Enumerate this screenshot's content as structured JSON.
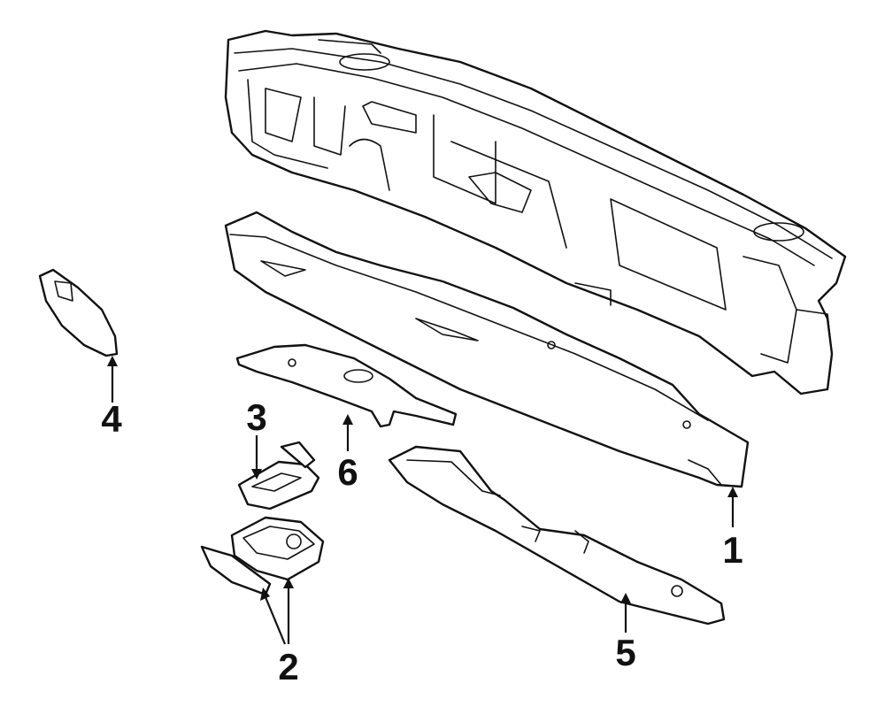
{
  "callouts": {
    "c1": {
      "label": "1",
      "color": "#111111"
    },
    "c2": {
      "label": "2",
      "color": "#111111"
    },
    "c3": {
      "label": "3",
      "color": "#111111"
    },
    "c4": {
      "label": "4",
      "color": "#111111"
    },
    "c5": {
      "label": "5",
      "color": "#111111"
    },
    "c6": {
      "label": "6",
      "color": "#111111"
    }
  }
}
